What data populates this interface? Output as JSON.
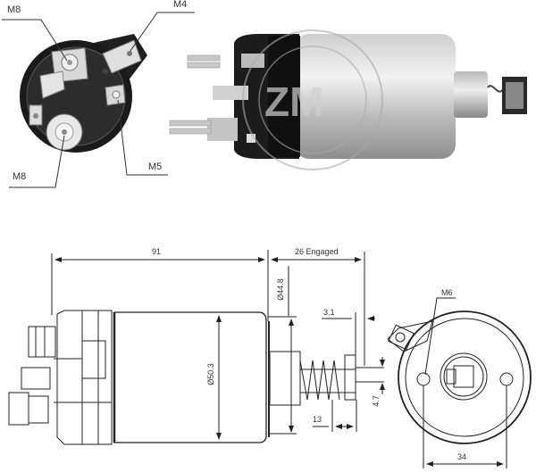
{
  "diagram": {
    "subject": "Starter solenoid",
    "photo_labels": {
      "terminal_top_left": "M8",
      "terminal_top_right": "M4",
      "terminal_bottom_left": "M8",
      "terminal_bottom_right": "M5"
    },
    "dimensions": {
      "overall_length": "91",
      "plunger_travel": "26 Engaged",
      "plunger_diameter": "Ø44.8",
      "body_diameter": "Ø50.3",
      "plunger_end_gap": "3.1",
      "plunger_offset": "13",
      "slot_width": "4.7",
      "mount_thread": "M6",
      "mount_spacing": "34"
    },
    "colors": {
      "line": "#222222",
      "body_light": "#d8d8d8",
      "body_dark": "#1a1a1a",
      "watermark": "#bbbbbb"
    }
  }
}
